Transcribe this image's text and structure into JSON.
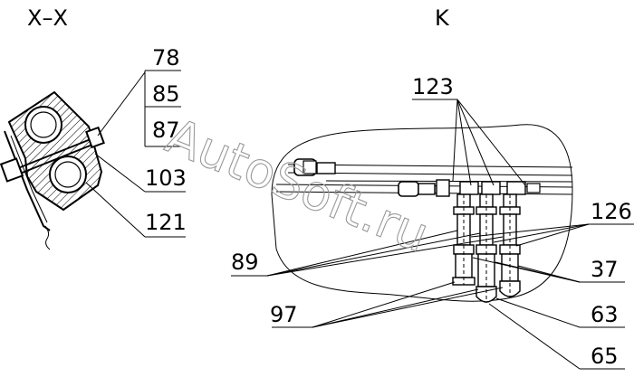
{
  "section_titles": {
    "section_xx": "X–X",
    "view_k": "K"
  },
  "callouts": {
    "c78": "78",
    "c85": "85",
    "c87": "87",
    "c103": "103",
    "c121": "121",
    "c123": "123",
    "c126": "126",
    "c89": "89",
    "c37": "37",
    "c97": "97",
    "c63": "63",
    "c65": "65"
  },
  "watermark": "AutoSoft.ru"
}
